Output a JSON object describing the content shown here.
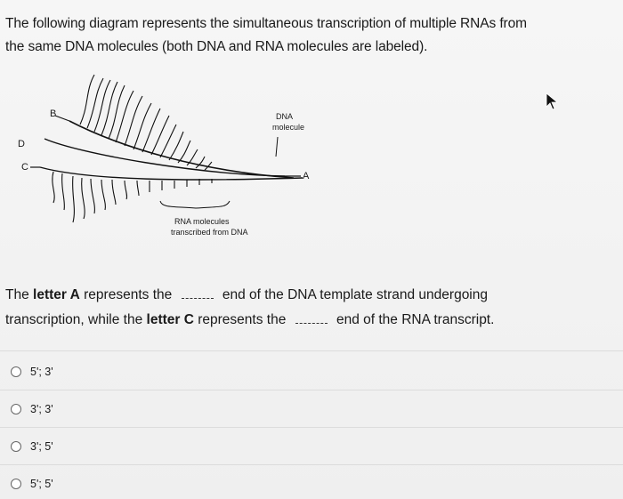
{
  "intro": {
    "line1": "The following diagram represents the simultaneous transcription of multiple RNAs from",
    "line2": "the same DNA molecules (both DNA and RNA molecules are labeled)."
  },
  "diagram": {
    "label_b": "B",
    "label_d": "D",
    "label_c": "C",
    "label_a": "A",
    "dna_label_1": "DNA",
    "dna_label_2": "molecule",
    "rna_label_1": "RNA molecules",
    "rna_label_2": "transcribed from DNA"
  },
  "question": {
    "p1": "The ",
    "p2": "letter A",
    "p3": " represents the ",
    "p4": " end of the DNA template strand undergoing",
    "p5": "transcription, while the ",
    "p6": "letter C",
    "p7": " represents the ",
    "p8": " end of the RNA transcript."
  },
  "options": [
    "5'; 3'",
    "3'; 3'",
    "3'; 5'",
    "5'; 5'"
  ]
}
